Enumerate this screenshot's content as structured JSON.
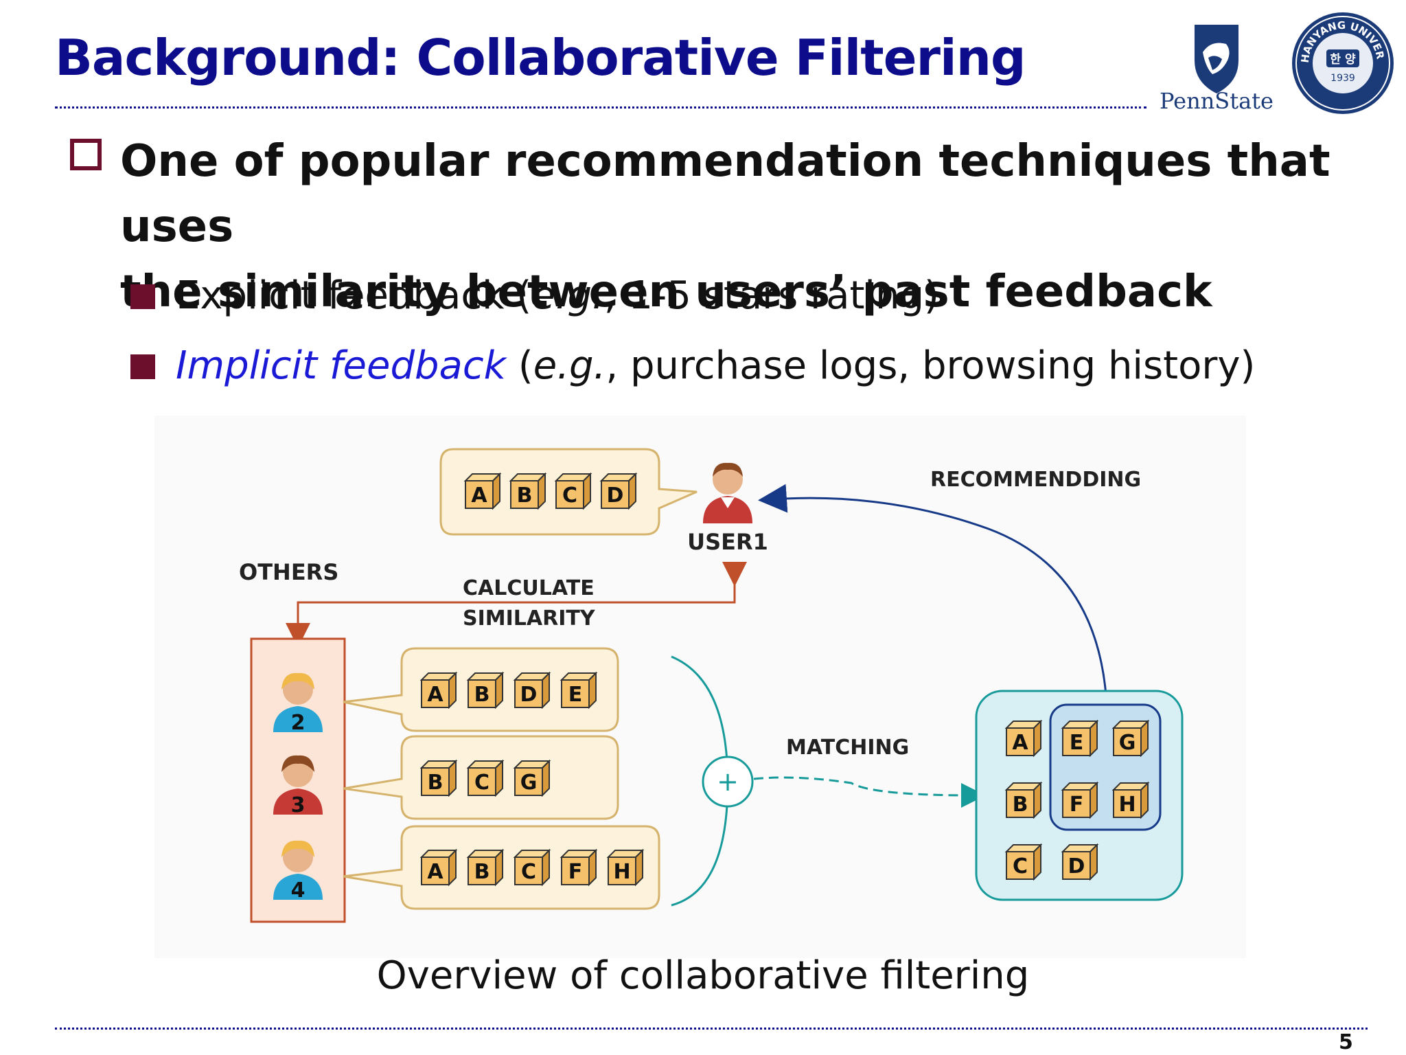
{
  "slide": {
    "title": "Background: Collaborative Filtering",
    "logo_text": "PennState",
    "seal_top_text": "HANYANG UNIVERSITY",
    "seal_year": "1939",
    "seal_center": "한 양",
    "main_bullet_line1": "One of popular recommendation techniques that uses",
    "main_bullet_line2": "the similarity between users’ past feedback",
    "sub1_pre": "Explicit feedback (",
    "sub1_eg": "e.g.",
    "sub1_post": ", 1-5 stars rating)",
    "sub2_pre": "Implicit feedback",
    "sub2_mid": " (",
    "sub2_eg": "e.g.",
    "sub2_post": ", purchase logs, browsing history)",
    "caption": "Overview of collaborative filtering",
    "page_number": "5"
  },
  "diagram": {
    "user1_label": "USER1",
    "others_label": "OTHERS",
    "calculate_label": "CALCULATE",
    "similarity_label": "SIMILARITY",
    "recommending_label": "RECOMMENDDING",
    "matching_label": "MATCHING",
    "user1_items": [
      "A",
      "B",
      "C",
      "D"
    ],
    "others": [
      {
        "number": "2",
        "items": [
          "A",
          "B",
          "D",
          "E"
        ]
      },
      {
        "number": "3",
        "items": [
          "B",
          "C",
          "G"
        ]
      },
      {
        "number": "4",
        "items": [
          "A",
          "B",
          "C",
          "F",
          "H"
        ]
      }
    ],
    "pool_items": [
      "A",
      "E",
      "G",
      "B",
      "F",
      "H",
      "C",
      "D"
    ],
    "plus_symbol": "+"
  },
  "colors": {
    "title": "#0d0d8c",
    "bullet": "#6b0f2c",
    "implicit": "#1a1ad6",
    "cube_fill": "#f5c26b",
    "bubble_fill": "#fdf3dc",
    "teal": "#179a9a",
    "navy_arrow": "#163a87"
  }
}
